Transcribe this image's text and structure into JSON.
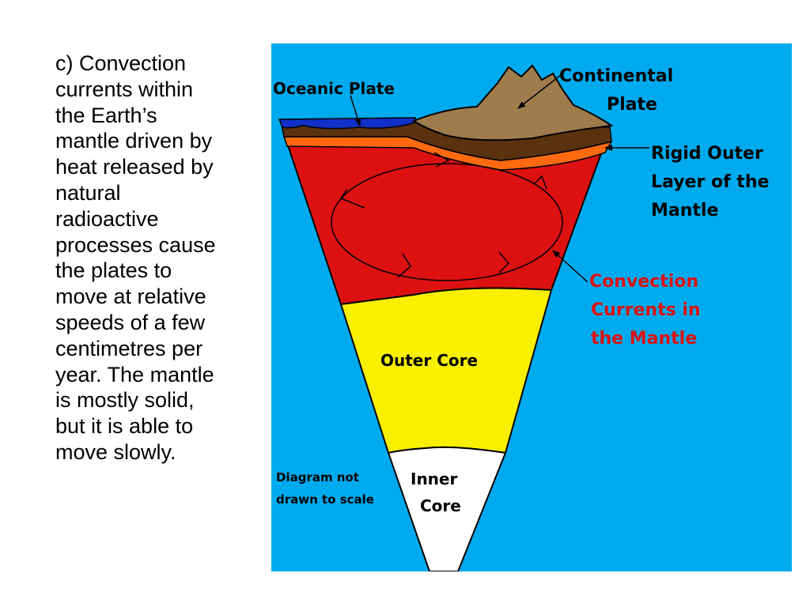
{
  "body_text": {
    "lines": [
      "c) Convection",
      "currents within",
      "the Earth’s",
      "mantle driven by",
      "heat released by",
      "natural",
      "radioactive",
      "processes cause",
      "the plates to",
      "move at relative",
      "speeds of a few",
      "centimetres per",
      "year. The mantle",
      "is mostly solid,",
      "but it is able to",
      "move slowly."
    ]
  },
  "diagram": {
    "labels": {
      "oceanic_plate": "Oceanic Plate",
      "continental_plate_line1": "Continental",
      "continental_plate_line2": "Plate",
      "rigid_outer_line1": "Rigid Outer",
      "rigid_outer_line2": "Layer of the",
      "rigid_outer_line3": "Mantle",
      "convection_line1": "Convection",
      "convection_line2": "Currents in",
      "convection_line3": "the Mantle",
      "outer_core": "Outer Core",
      "inner_core_line1": "Inner",
      "inner_core_line2": "Core",
      "scale_note_line1": "Diagram not",
      "scale_note_line2": "drawn to scale"
    },
    "colors": {
      "background": "#00aaee",
      "mantle": "#dd1111",
      "outer_core": "#f8f000",
      "inner_core": "#ffffff",
      "rigid_outer_layer": "#ff6a10",
      "crust": "#5a3210",
      "continent": "#9e7c4c",
      "ocean": "#1030c8",
      "convection_label": "#dd1111"
    }
  }
}
